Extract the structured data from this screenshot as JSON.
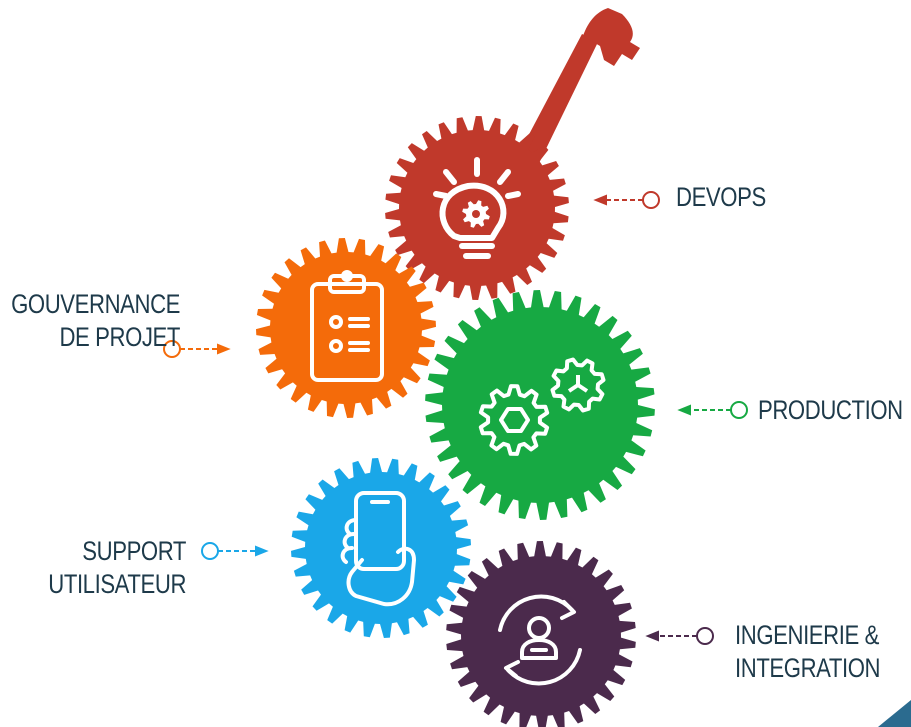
{
  "colors": {
    "devops": "#c0392b",
    "gouvernance": "#f46b0a",
    "production": "#17a943",
    "support": "#1aa7e8",
    "ingenierie": "#4b2a4c",
    "text": "#1e3a4a"
  },
  "labels": {
    "devops": "DEVOPS",
    "gouvernance_line1": "GOUVERNANCE",
    "gouvernance_line2": "DE PROJET",
    "production": "PRODUCTION",
    "support_line1": "SUPPORT",
    "support_line2": "UTILISATEUR",
    "ingenierie_line1": "INGENIERIE &",
    "ingenierie_line2": "INTEGRATION"
  },
  "icons": {
    "devops": "lightbulb-gear-icon",
    "gouvernance": "clipboard-checklist-icon",
    "production": "cogs-icon",
    "support": "hand-phone-icon",
    "ingenierie": "user-cycle-icon",
    "decor": "guitar-neck-icon"
  }
}
